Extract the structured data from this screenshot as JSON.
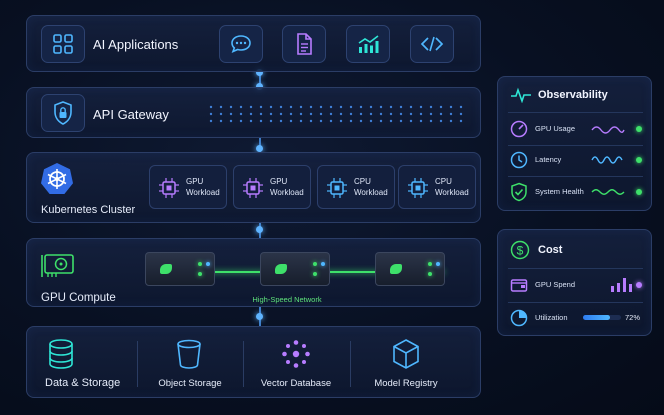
{
  "layers": {
    "apps": {
      "title": "AI Applications"
    },
    "gateway": {
      "title": "API Gateway"
    },
    "kubernetes": {
      "title": "Kubernetes Cluster",
      "workloads": [
        {
          "line1": "GPU",
          "line2": "Workload",
          "accent": "#b77cff"
        },
        {
          "line1": "GPU",
          "line2": "Workload",
          "accent": "#b77cff"
        },
        {
          "line1": "CPU",
          "line2": "Workload",
          "accent": "#4fb7ff"
        },
        {
          "line1": "CPU",
          "line2": "Workload",
          "accent": "#4fb7ff"
        }
      ]
    },
    "compute": {
      "title": "GPU Compute",
      "network_label": "High-Speed Network"
    },
    "storage": {
      "title": "Data & Storage",
      "items": [
        {
          "label": "Object Storage",
          "icon": "bucket-icon"
        },
        {
          "label": "Vector Database",
          "icon": "vector-nodes-icon"
        },
        {
          "label": "Model Registry",
          "icon": "cube-icon"
        }
      ]
    }
  },
  "observability": {
    "title": "Observability",
    "rows": [
      {
        "label": "GPU Usage",
        "icon": "gauge-icon"
      },
      {
        "label": "Latency",
        "icon": "clock-icon"
      },
      {
        "label": "System Health",
        "icon": "shield-check-icon"
      }
    ]
  },
  "cost": {
    "title": "Cost",
    "gpu_spend_label": "GPU Spend",
    "utilization_label": "Utilization",
    "utilization_value": "72%",
    "utilization_fraction": 0.72
  },
  "colors": {
    "accent_blue": "#4fb7ff",
    "accent_purple": "#b77cff",
    "accent_green": "#3ee06a",
    "teal": "#2ee6d6"
  }
}
